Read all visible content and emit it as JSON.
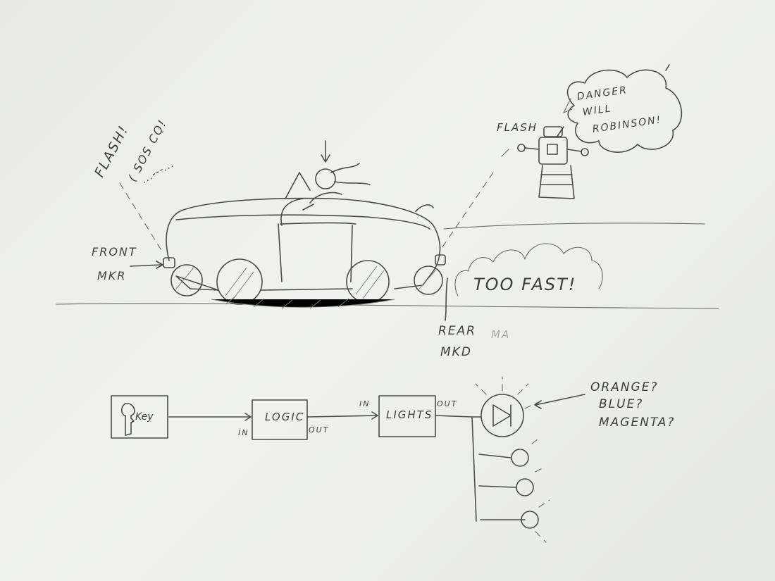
{
  "sketch": {
    "car_scene": {
      "front_flash": "FLASH!",
      "sos_text": "( SOS CQ!",
      "morse": "...---...",
      "front_marker": [
        "FRONT",
        "MKR"
      ],
      "rear_marker": [
        "REAR",
        "MKD"
      ],
      "rear_marker_faint": "MA",
      "too_fast": "TOO FAST!"
    },
    "robot": {
      "flash": "FLASH",
      "speech": [
        "DANGER",
        "WILL",
        "ROBINSON!"
      ]
    },
    "block_diagram": {
      "key_label": "Key",
      "logic_label": "LOGIC",
      "logic_in": "IN",
      "logic_out": "OUT",
      "lights_label": "LIGHTS",
      "lights_in": "IN",
      "lights_out": "OUT",
      "color_question": [
        "ORANGE?",
        "BLUE?",
        "MAGENTA?"
      ]
    }
  }
}
